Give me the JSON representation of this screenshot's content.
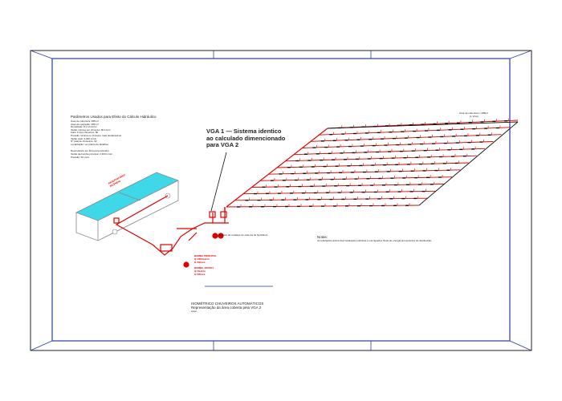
{
  "params": {
    "title": "Parâmetros Usados para Efeito do Cálculo Hidráulico",
    "lines": [
      "Área de cobertura: 288 m²",
      "Área de operação: 288 m²",
      "Densidade: 8,1 L/min/m²",
      "Vazão mínima por chuveiro: 80 L/min",
      "Fator K dos chuveiros: 80",
      "Pressão mínima no chuveiro mais desfavorável",
      "Vazão total: 2.300 L/min",
      "Nº total de chuveiros: 32",
      "Localização: ver planta de detalhes"
    ],
    "extra": [
      "Reservatório em fibra para incêndio",
      "Vazão da bomba principal: 2.300 L/min",
      "Pressão: 60 mca"
    ]
  },
  "callout": "VGA 1 — Sistema identico\nao calculado dimencionado\npara VGA 2",
  "pump_note": "Registro de recalque do sistema de Sprinklers",
  "tank_label": "RESERVATÓRIO\nINCÊNDIO",
  "pump_main": "BOMBA PRINCIPAL\nQ=2300L/min\nH=60mca",
  "pump_jockey": "BOMBA JOCKEY\nQ=6L/min\nH=65mca",
  "area_label": "Área de cobertura = 288m²",
  "area_sub": "(1 VGA)",
  "notes": {
    "title": "Notas:",
    "text": "As tubulações acima das instalações elétricas e nas ligações finais de energia provenientes de distribuição"
  },
  "caption": {
    "title": "ISOMÉTRICO CHUVEIROS AUTOMÁTICOS",
    "subtitle": "Representação da área coberta pela VGA 2",
    "scale": "s/esc."
  },
  "colors": {
    "pipe": "#e00000",
    "water": "#3fd8e8",
    "frame": "#2c3e9c"
  }
}
